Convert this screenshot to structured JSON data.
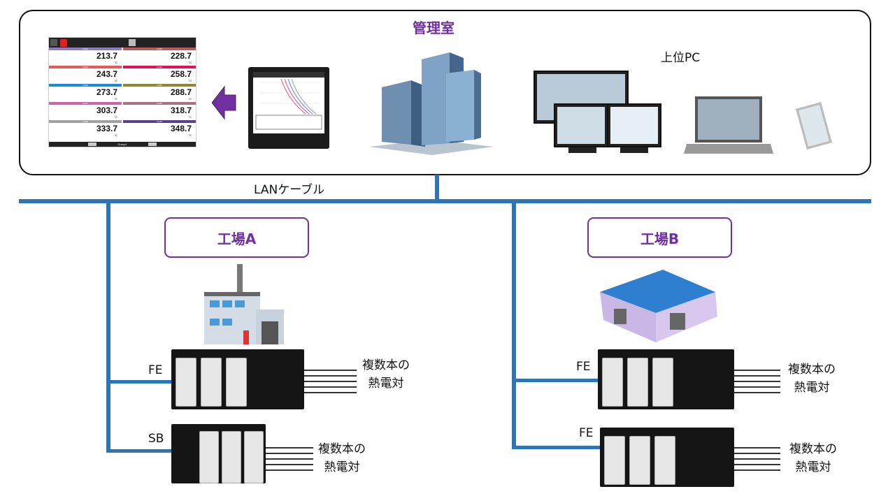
{
  "control_room": {
    "title": "管理室",
    "pc_label": "上位PC"
  },
  "recorder_screen": {
    "group": "Group1",
    "unit": "°C",
    "channels": [
      {
        "name": "CH01",
        "value": "213.7",
        "color": "#8b7dc0"
      },
      {
        "name": "CH02",
        "value": "228.7",
        "color": "#b85a5a"
      },
      {
        "name": "CH03",
        "value": "243.7",
        "color": "#e85a5a"
      },
      {
        "name": "CH04",
        "value": "258.7",
        "color": "#e0105a"
      },
      {
        "name": "CH05",
        "value": "273.7",
        "color": "#1a8ad4"
      },
      {
        "name": "CH06",
        "value": "288.7",
        "color": "#8a8a30"
      },
      {
        "name": "CH07",
        "value": "303.7",
        "color": "#d060b0"
      },
      {
        "name": "CH08",
        "value": "318.7",
        "color": "#b07080"
      },
      {
        "name": "CH09",
        "value": "333.7",
        "color": "#a0a0a0"
      },
      {
        "name": "CH10",
        "value": "348.7",
        "color": "#5a4090"
      }
    ]
  },
  "network": {
    "lan_label": "LANケーブル",
    "line_color": "#2e75b6"
  },
  "factory_a": {
    "title": "工場A",
    "units": [
      {
        "type": "FE",
        "sensor": [
          "複数本の",
          "熱電対"
        ]
      },
      {
        "type": "SB",
        "sensor": [
          "複数本の",
          "熱電対"
        ]
      }
    ]
  },
  "factory_b": {
    "title": "工場B",
    "units": [
      {
        "type": "FE",
        "sensor": [
          "複数本の",
          "熱電対"
        ]
      },
      {
        "type": "FE",
        "sensor": [
          "複数本の",
          "熱電対"
        ]
      }
    ]
  },
  "accent_color": "#7030a0"
}
